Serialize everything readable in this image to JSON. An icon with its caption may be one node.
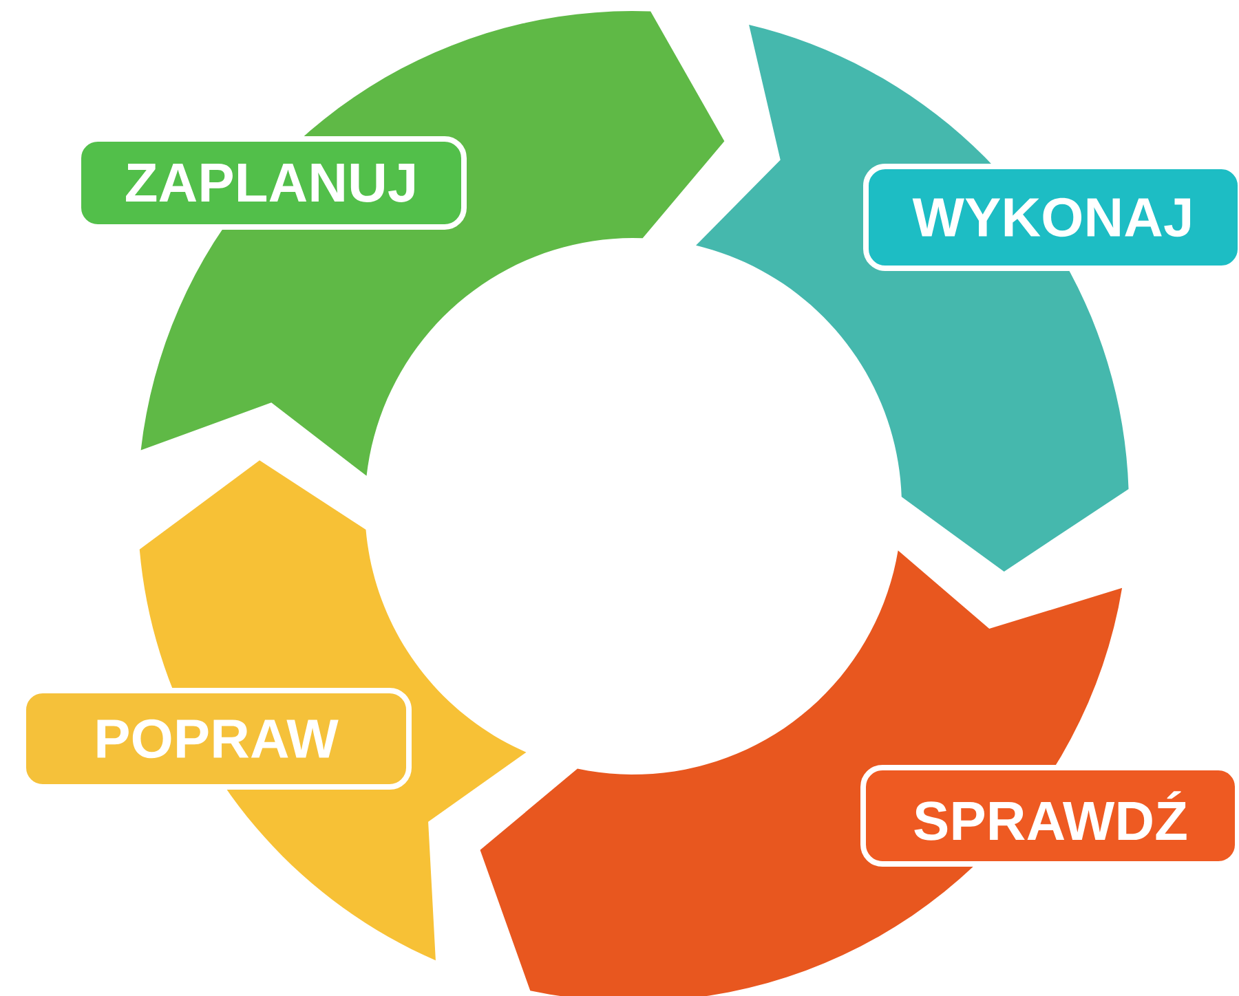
{
  "diagram": {
    "nodes": [
      {
        "text": [
          "ZAPLANUJ"
        ]
      },
      {
        "text": [
          "WYKONAJ"
        ]
      },
      {
        "text": [
          "SPRAWDŹ"
        ]
      },
      {
        "text": [
          "POPRAW"
        ]
      }
    ]
  }
}
